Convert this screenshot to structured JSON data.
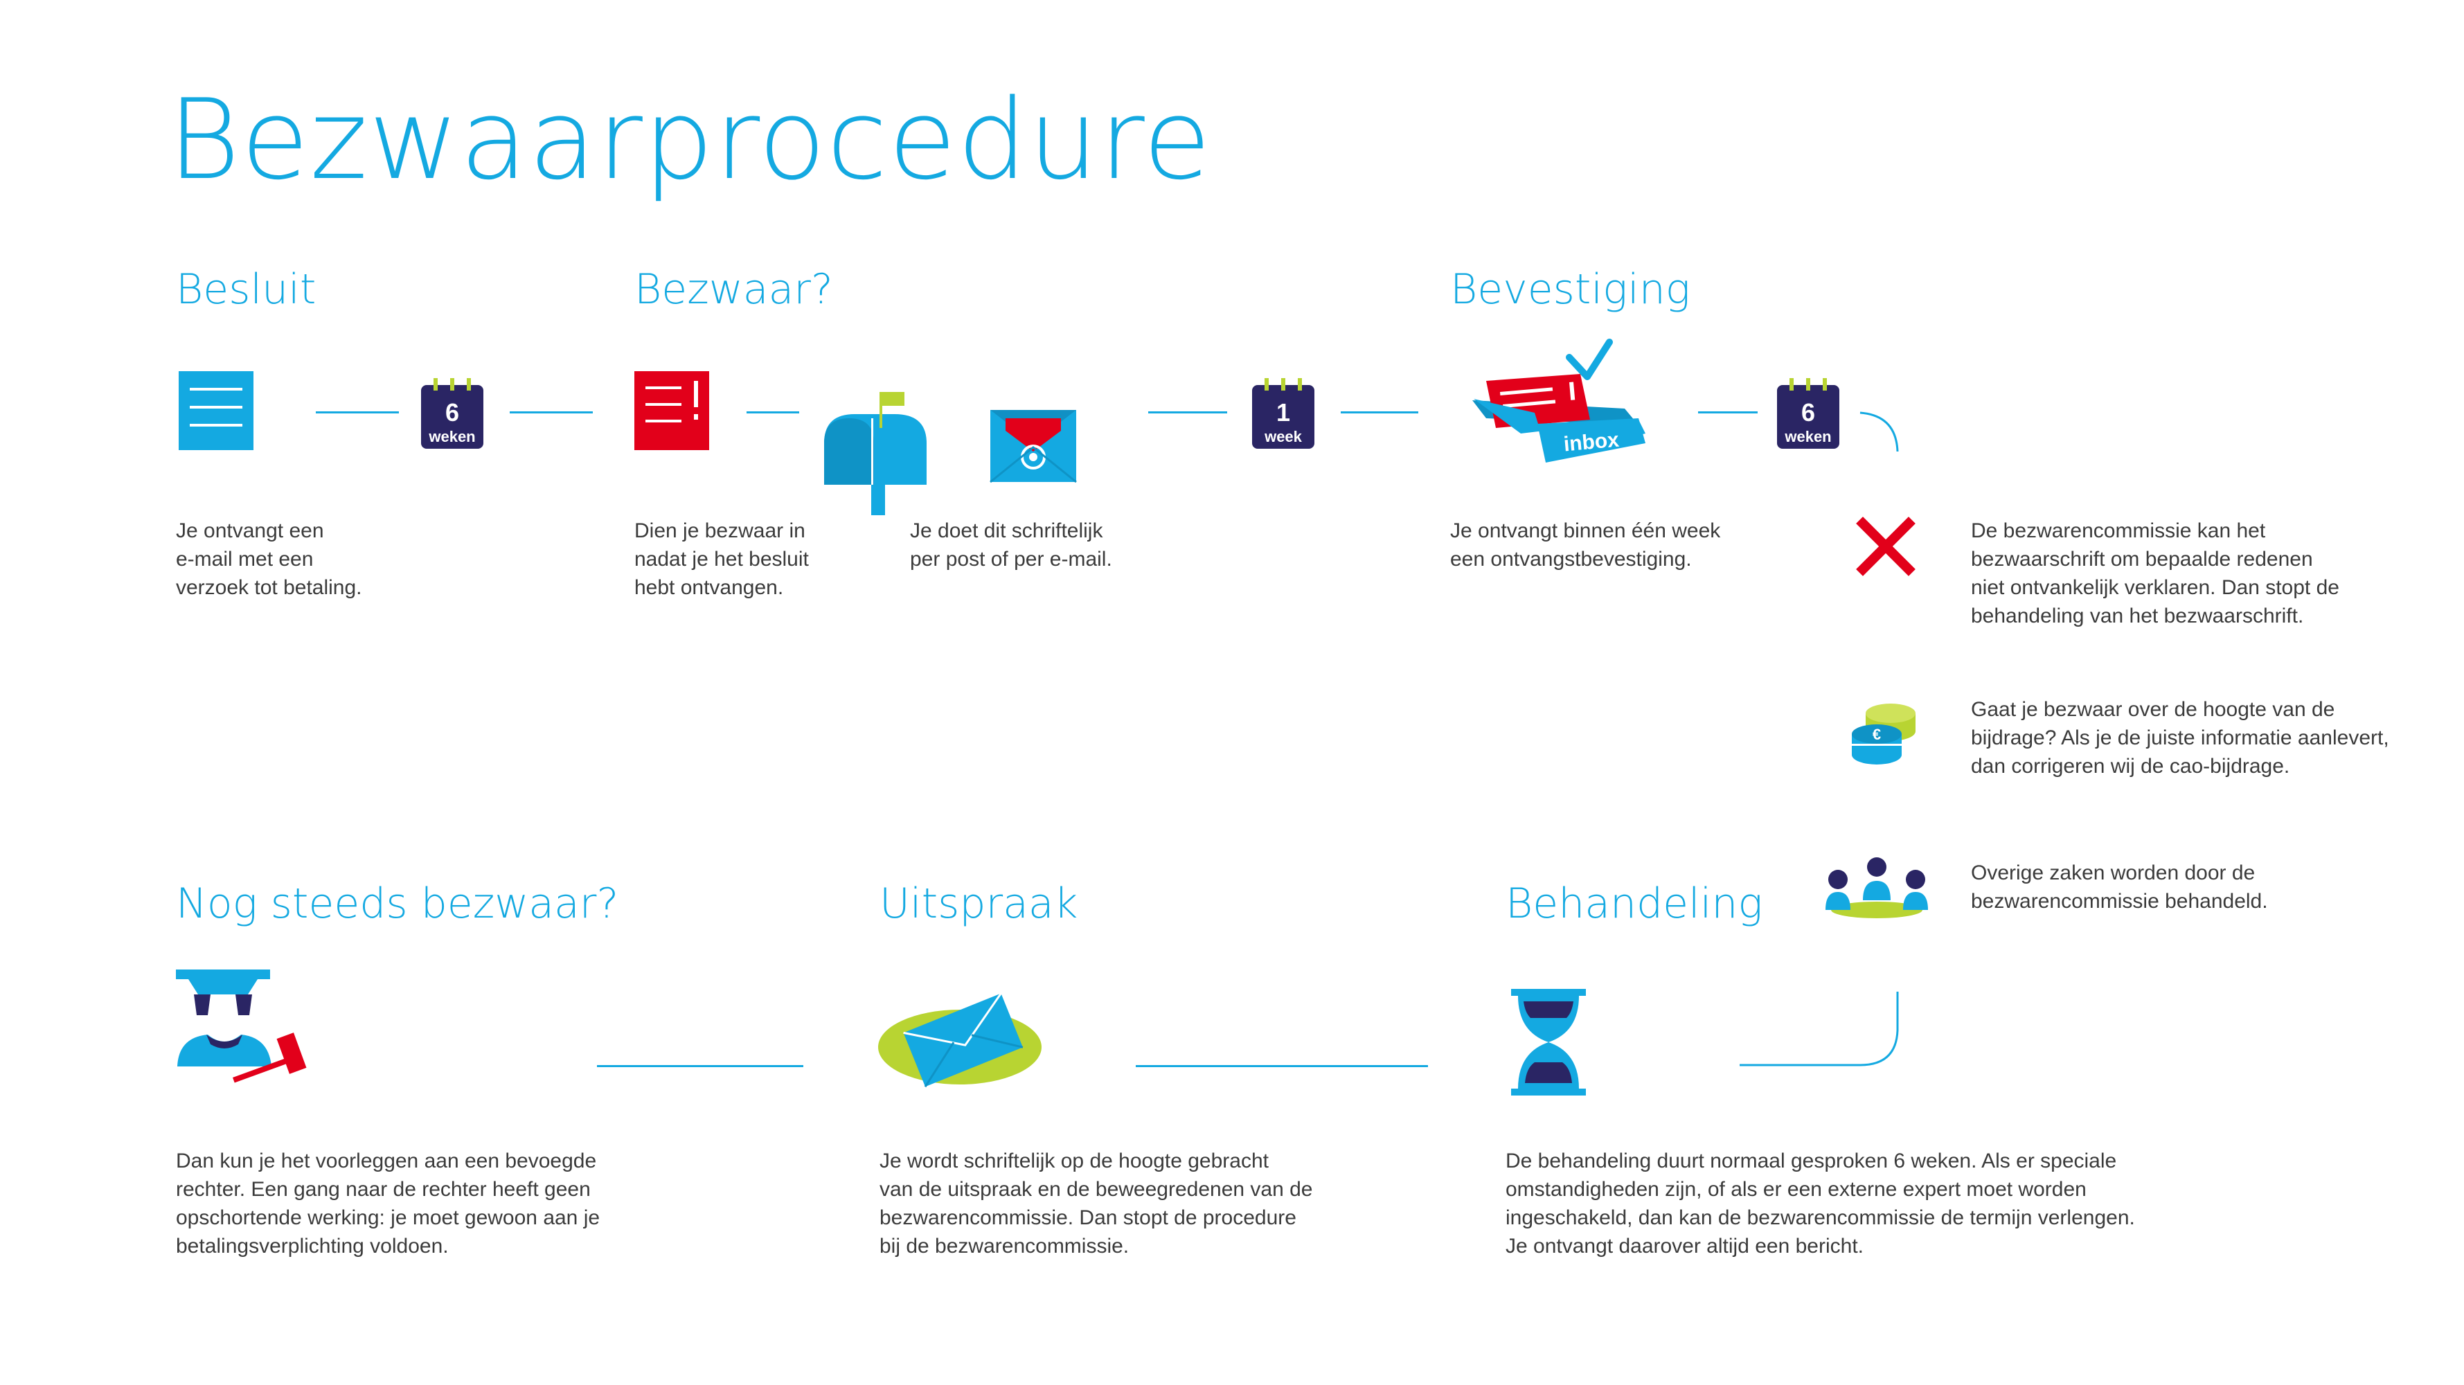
{
  "title": "Bezwaarprocedure",
  "colors": {
    "primary_blue": "#14a9e1",
    "navy": "#2a2564",
    "red": "#e2001a",
    "lime": "#b8d432",
    "text": "#3b3b3b"
  },
  "steps": {
    "besluit": {
      "title": "Besluit",
      "icon": "document-icon",
      "text": [
        "Je ontvangt een",
        "e-mail met een",
        "verzoek tot betaling."
      ]
    },
    "timer1": {
      "number": "6",
      "unit": "weken",
      "icon": "calendar-icon"
    },
    "bezwaar": {
      "title": "Bezwaar?",
      "icon": "document-alert-icon",
      "text": [
        "Dien je bezwaar in",
        "nadat je het besluit",
        "hebt ontvangen."
      ],
      "channels_text": [
        "Je doet dit schriftelijk",
        "per post of per e-mail."
      ],
      "channel_icons": [
        "mailbox-icon",
        "email-envelope-icon"
      ]
    },
    "timer2": {
      "number": "1",
      "unit": "week",
      "icon": "calendar-icon"
    },
    "bevestiging": {
      "title": "Bevestiging",
      "icon": "inbox-tray-icon",
      "inbox_label": "inbox",
      "text": [
        "Je ontvangt binnen één week",
        "een ontvangstbevestiging."
      ]
    },
    "timer3": {
      "number": "6",
      "unit": "weken",
      "icon": "calendar-icon"
    },
    "outcomes": [
      {
        "icon": "red-cross-icon",
        "text": [
          "De bezwarencommissie kan het",
          "bezwaarschrift om bepaalde redenen",
          "niet ontvankelijk verklaren. Dan stopt de",
          "behandeling van het bezwaarschrift."
        ]
      },
      {
        "icon": "euro-coins-icon",
        "text": [
          "Gaat je bezwaar over de hoogte van de",
          "bijdrage? Als je de juiste informatie aanlevert,",
          "dan corrigeren wij de cao-bijdrage."
        ]
      },
      {
        "icon": "committee-people-icon",
        "text": [
          "Overige zaken worden door de",
          "bezwarencommissie behandeld."
        ]
      }
    ],
    "behandeling": {
      "title": "Behandeling",
      "icon": "hourglass-icon",
      "text": [
        "De behandeling duurt normaal gesproken 6 weken. Als er speciale",
        "omstandigheden zijn, of als er een externe expert moet worden",
        "ingeschakeld, dan kan de bezwarencommissie de termijn verlengen.",
        "Je ontvangt daarover altijd een bericht."
      ]
    },
    "uitspraak": {
      "title": "Uitspraak",
      "icon": "envelope-on-plate-icon",
      "text": [
        "Je wordt schriftelijk op de hoogte gebracht",
        "van de uitspraak en de beweegredenen van de",
        "bezwarencommissie. Dan stopt de procedure",
        "bij de bezwarencommissie."
      ]
    },
    "nog_steeds": {
      "title": "Nog steeds bezwaar?",
      "icon": "judge-gavel-icon",
      "text": [
        "Dan kun je het voorleggen aan een bevoegde",
        "rechter. Een gang naar de rechter heeft geen",
        "opschortende werking: je moet gewoon aan je",
        "betalingsverplichting voldoen."
      ]
    }
  }
}
